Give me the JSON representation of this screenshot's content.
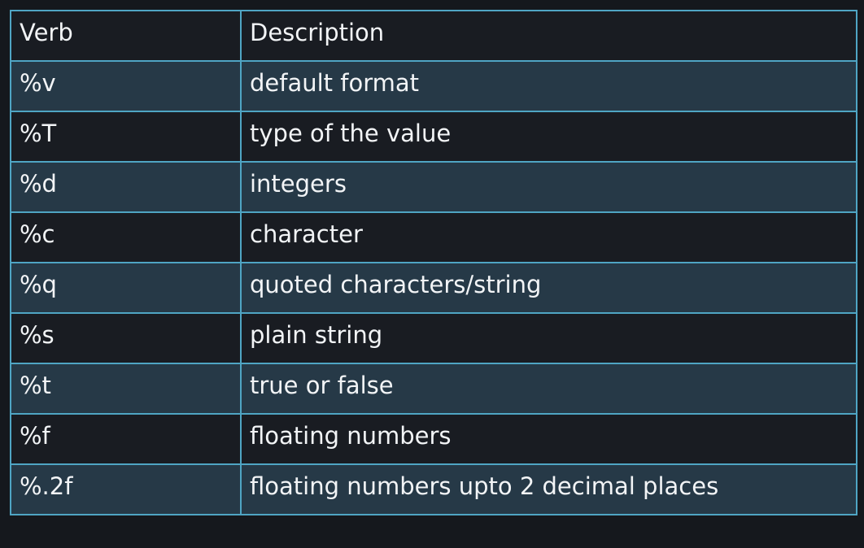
{
  "table": {
    "headers": [
      "Verb",
      "Description"
    ],
    "rows": [
      {
        "verb": "%v",
        "description": "default format"
      },
      {
        "verb": "%T",
        "description": "type of the value"
      },
      {
        "verb": "%d",
        "description": "integers"
      },
      {
        "verb": "%c",
        "description": "character"
      },
      {
        "verb": "%q",
        "description": "quoted characters/string"
      },
      {
        "verb": "%s",
        "description": "plain string"
      },
      {
        "verb": "%t",
        "description": "true or false"
      },
      {
        "verb": "%f",
        "description": "floating numbers"
      },
      {
        "verb": "%.2f",
        "description": "floating numbers upto 2 decimal places"
      }
    ]
  },
  "colors": {
    "page_background": "#15181d",
    "border": "#4fa5c4",
    "row_highlight": "#263947",
    "row_dark": "#191c22",
    "text": "#f2f4f6"
  }
}
